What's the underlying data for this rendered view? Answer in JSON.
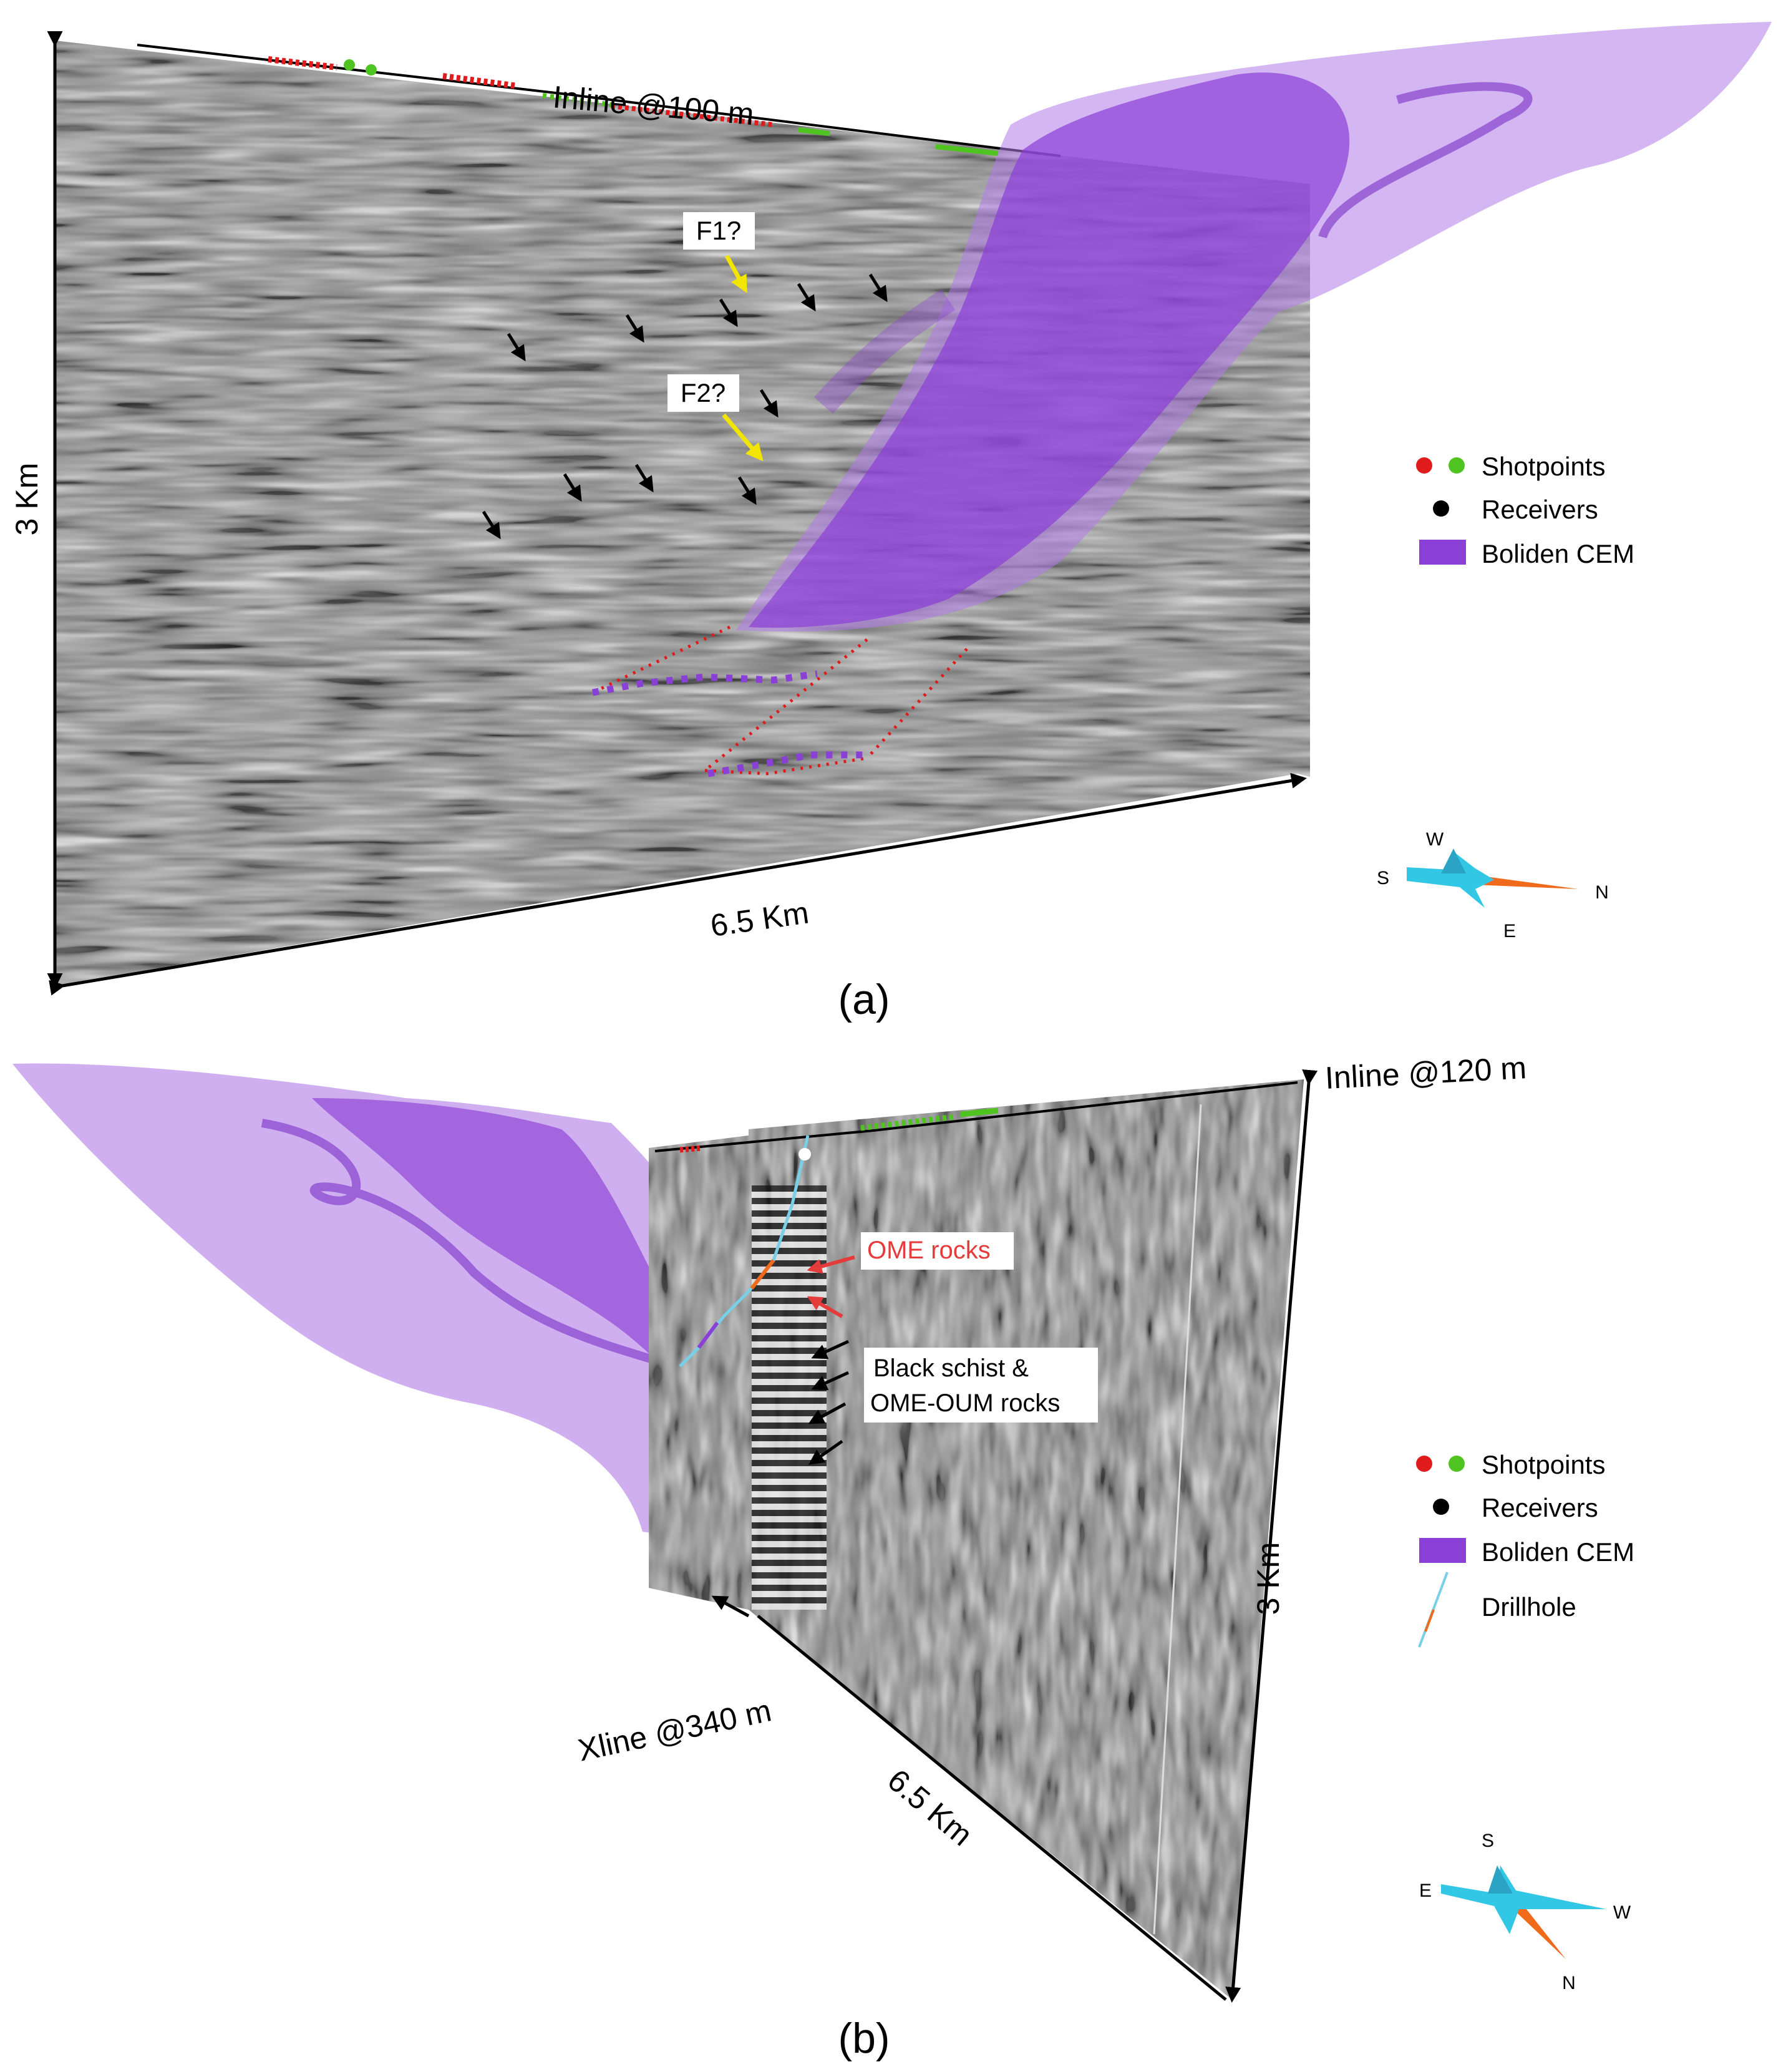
{
  "colors": {
    "cem_purple": "#8a3fd6",
    "cem_purple_light": "#b07ae8",
    "shot_red": "#e01b1b",
    "shot_green": "#4fc31f",
    "receiver_black": "#000000",
    "fault_arrow_yellow": "#f2e600",
    "ome_red": "#e53b3b",
    "compass_cyan": "#33c7e6",
    "compass_orange": "#f06a1c"
  },
  "panel_a": {
    "label": "(a)",
    "inline_label": "Inline @100 m",
    "depth_label": "3 Km",
    "length_label": "6.5 Km",
    "fault_labels": [
      "F1?",
      "F2?"
    ],
    "legend": {
      "items": [
        {
          "icon": "shotpoints-dots",
          "label": "Shotpoints"
        },
        {
          "icon": "receiver-dot",
          "label": "Receivers"
        },
        {
          "icon": "cem-swatch",
          "label": "Boliden CEM"
        }
      ]
    },
    "compass": {
      "north": "N",
      "south": "S",
      "east": "E",
      "west": "W"
    }
  },
  "panel_b": {
    "label": "(b)",
    "inline_label": "Inline @120 m",
    "xline_label": "Xline @340 m",
    "depth_label": "3 Km",
    "length_label": "6.5 Km",
    "annotation_ome": "OME rocks",
    "annotation_black_schist": [
      "Black schist &",
      "OME-OUM rocks"
    ],
    "legend": {
      "items": [
        {
          "icon": "shotpoints-dots",
          "label": "Shotpoints"
        },
        {
          "icon": "receiver-dot",
          "label": "Receivers"
        },
        {
          "icon": "cem-swatch",
          "label": "Boliden CEM"
        },
        {
          "icon": "drillhole-line",
          "label": "Drillhole"
        }
      ]
    },
    "compass": {
      "north": "N",
      "south": "S",
      "east": "E",
      "west": "W"
    }
  }
}
